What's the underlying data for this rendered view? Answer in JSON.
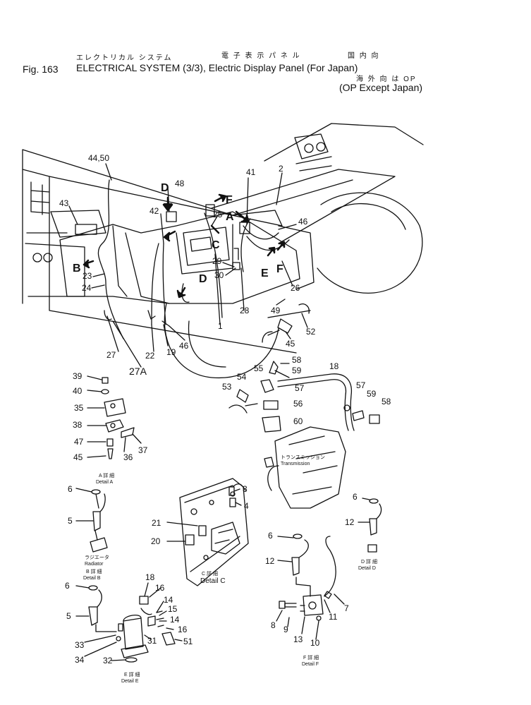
{
  "header": {
    "jp_title": "エレクトリカル システム",
    "jp_panel": "電 子 表 示   パ ネ ル",
    "jp_domestic": "国 内 向",
    "figure": "Fig. 163",
    "title": "ELECTRICAL SYSTEM (3/3), Electric Display Panel (For Japan)",
    "jp_overseas": "海 外 向 は OP",
    "subtitle": "(OP Except Japan)"
  },
  "callouts": [
    "44,50",
    "48",
    "43",
    "42",
    "41",
    "2",
    "46",
    "25",
    "29",
    "30",
    "23",
    "24",
    "1",
    "26",
    "28",
    "49",
    "27",
    "27A",
    "22",
    "19",
    "46",
    "52",
    "45",
    "58",
    "59",
    "18",
    "55",
    "54",
    "57",
    "53",
    "56",
    "60",
    "57",
    "59",
    "58",
    "39",
    "40",
    "35",
    "38",
    "47",
    "45",
    "36",
    "37",
    "6",
    "5",
    "3",
    "4",
    "21",
    "20",
    "6",
    "12",
    "6",
    "12",
    "18",
    "16",
    "14",
    "15",
    "14",
    "16",
    "31",
    "51",
    "6",
    "5",
    "33",
    "34",
    "32",
    "8",
    "9",
    "13",
    "10",
    "11",
    "7"
  ],
  "view_letters": [
    "D",
    "F",
    "A",
    "C",
    "B",
    "D",
    "E",
    "F"
  ],
  "details": {
    "a": {
      "jp": "A 詳 細",
      "en": "Detail A"
    },
    "b": {
      "jp": "B 詳 細",
      "en": "Detail B"
    },
    "b_part_jp": "ラジエータ",
    "b_part_en": "Radiator",
    "c": {
      "jp": "C 詳 細",
      "en": "Detail C"
    },
    "d": {
      "jp": "D 詳 細",
      "en": "Detail D"
    },
    "e": {
      "jp": "E 詳 細",
      "en": "Detail E"
    },
    "f": {
      "jp": "F 詳 細",
      "en": "Detail F"
    }
  },
  "transmission": {
    "jp": "トランスミッション",
    "en": "Transmission"
  }
}
